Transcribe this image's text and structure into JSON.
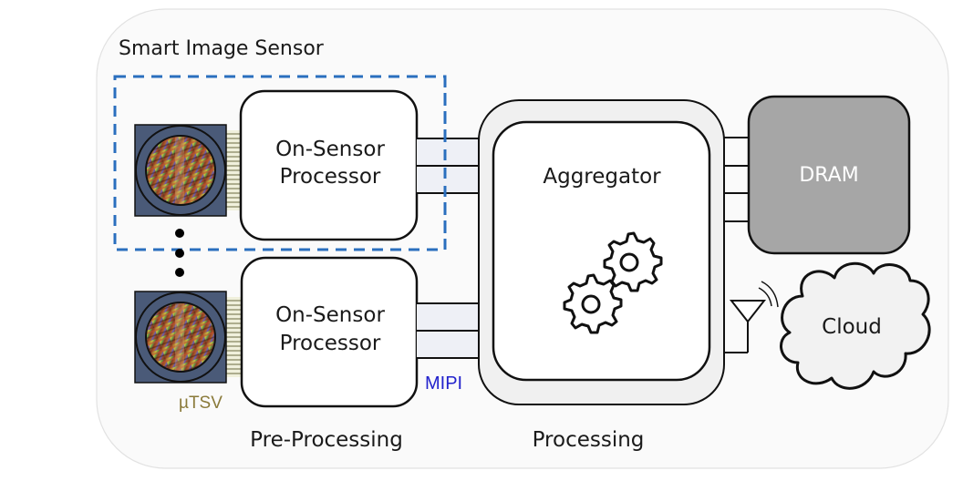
{
  "diagram": {
    "title": "Smart Image Sensor",
    "sensors": [
      {
        "name": "image-sensor-1",
        "processor_label_line1": "On-Sensor",
        "processor_label_line2": "Processor"
      },
      {
        "name": "image-sensor-2",
        "processor_label_line1": "On-Sensor",
        "processor_label_line2": "Processor"
      }
    ],
    "tsv_label": "µTSV",
    "mipi_label": "MIPI",
    "aggregator_label": "Aggregator",
    "dram_label": "DRAM",
    "cloud_label": "Cloud",
    "section_labels": {
      "pre_processing": "Pre-Processing",
      "processing": "Processing"
    },
    "icons": {
      "gears": "gears-icon",
      "antenna": "antenna-icon",
      "cloud": "cloud-icon",
      "ellipsis": "vertical-ellipsis-icon"
    },
    "colors": {
      "dashed_box": "#2a6fbe",
      "tsv_text": "#8a7a3a",
      "mipi_text": "#2222cc",
      "dram_fill": "#a6a6a6",
      "panel_fill": "#fafafa",
      "aggregator_ring": "#f0f0f0",
      "sensor_frame": "#4a5a78"
    }
  }
}
